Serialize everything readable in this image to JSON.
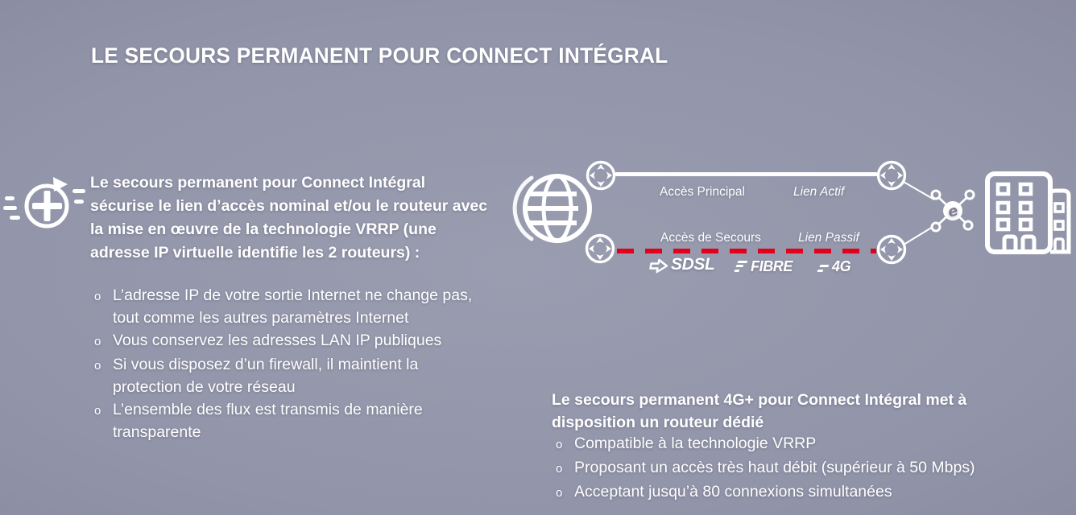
{
  "title": "LE SECOURS PERMANENT POUR CONNECT INTÉGRAL",
  "left_section": {
    "intro": "Le secours permanent pour Connect Intégral sécurise le lien d’accès nominal et/ou le routeur avec la mise en œuvre de la technologie VRRP (une adresse IP virtuelle identifie les 2 routeurs) :",
    "bullet_char": "o",
    "bullets": [
      "L’adresse IP de votre sortie Internet ne change pas,  tout comme les autres paramètres Internet",
      "Vous conservez les adresses LAN IP publiques",
      "Si vous disposez d’un firewall, il maintient la protection de votre réseau",
      "L’ensemble des flux est transmis de manière transparente"
    ]
  },
  "diagram": {
    "primary_access_label": "Accès Principal",
    "active_link_label": "Lien Actif",
    "backup_access_label": "Accès de Secours",
    "passive_link_label": "Lien Passif",
    "technologies": [
      "SDSL",
      "FIBRE",
      "4G"
    ],
    "active_link_color": "#ffffff",
    "passive_link_color": "#e2001a",
    "icons": {
      "left": "speed-plus-circular-arrow-icon",
      "internet": "globe-icon",
      "router": "router-icon",
      "hub": "network-hub-icon",
      "site": "buildings-icon"
    }
  },
  "right_section": {
    "heading": "Le secours permanent 4G+ pour Connect Intégral met à disposition un routeur dédié",
    "bullet_char": "o",
    "bullets": [
      "Compatible à la technologie VRRP",
      "Proposant un accès très haut  débit (supérieur à 50 Mbps)",
      "Acceptant jusqu’à 80 connexions simultanées"
    ]
  }
}
